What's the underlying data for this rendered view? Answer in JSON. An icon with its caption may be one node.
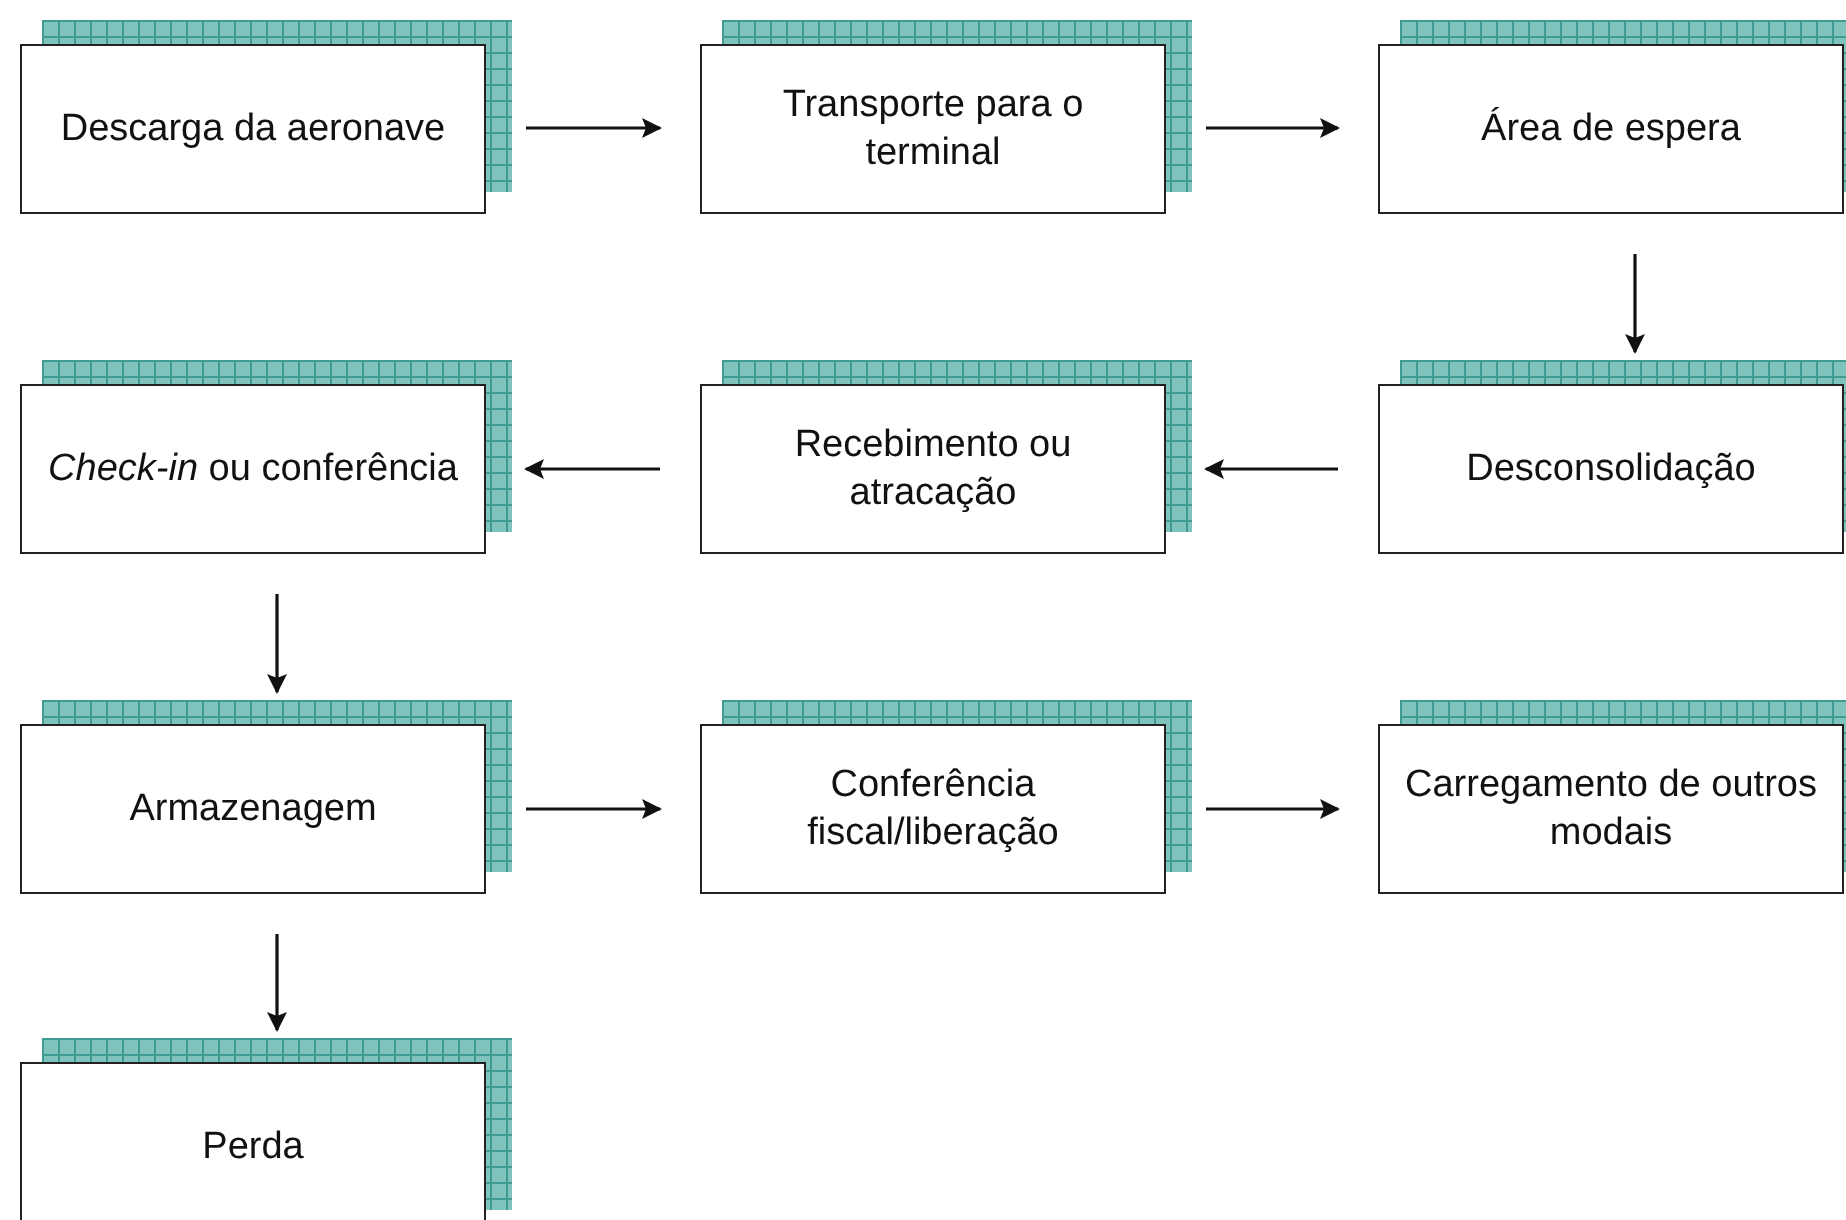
{
  "diagram": {
    "nodes": [
      {
        "text": [
          "Descarga da aeronave"
        ]
      },
      {
        "text": [
          "Transporte para o terminal"
        ]
      },
      {
        "text": [
          "Área de espera"
        ]
      },
      {
        "text": [
          "*Check-in* ou conferência"
        ]
      },
      {
        "text": [
          "Recebimento ou atracação"
        ]
      },
      {
        "text": [
          "Desconsolidação"
        ]
      },
      {
        "text": [
          "Armazenagem"
        ]
      },
      {
        "text": [
          "Conferência fiscal/liberação"
        ]
      },
      {
        "text": [
          "Carregamento de outros modais"
        ]
      },
      {
        "text": [
          "Perda"
        ]
      }
    ],
    "edges": [
      {
        "from": 0,
        "to": 1,
        "arrow": "to"
      },
      {
        "from": 1,
        "to": 2,
        "arrow": "to"
      },
      {
        "from": 2,
        "to": 5,
        "arrow": "to"
      },
      {
        "from": 5,
        "to": 4,
        "arrow": "to"
      },
      {
        "from": 4,
        "to": 3,
        "arrow": "to"
      },
      {
        "from": 3,
        "to": 6,
        "arrow": "to"
      },
      {
        "from": 6,
        "to": 7,
        "arrow": "to"
      },
      {
        "from": 7,
        "to": 8,
        "arrow": "to"
      },
      {
        "from": 6,
        "to": 9,
        "arrow": "to"
      }
    ]
  }
}
